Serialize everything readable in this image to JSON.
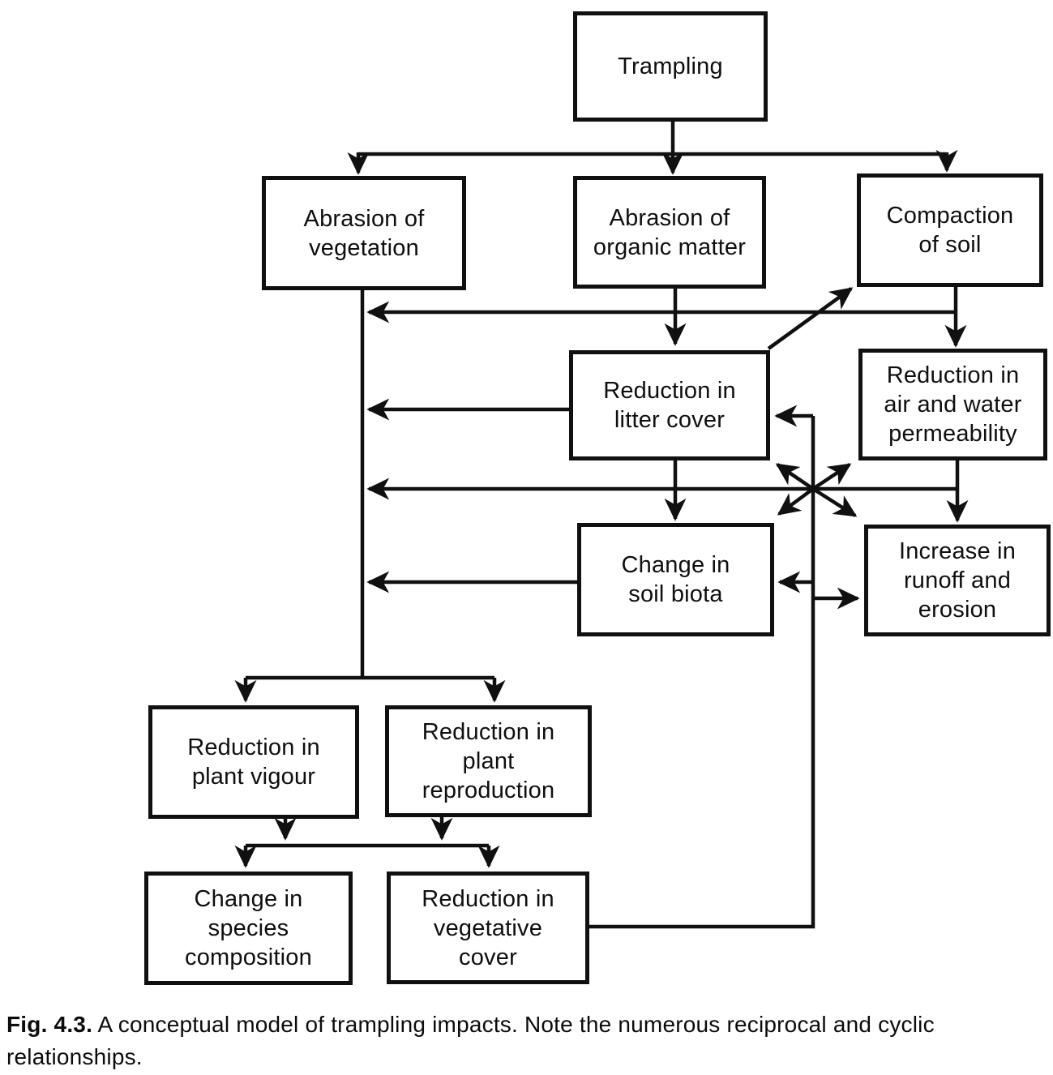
{
  "figure": {
    "background_color": "#ffffff",
    "ink_color": "#101010",
    "nodes": {
      "trampling": {
        "label": "Trampling"
      },
      "abrasion_veg": {
        "label": "Abrasion of\nvegetation"
      },
      "abrasion_org": {
        "label": "Abrasion of\norganic matter"
      },
      "compaction": {
        "label": "Compaction\nof soil"
      },
      "litter": {
        "label": "Reduction in\nlitter cover"
      },
      "permeability": {
        "label": "Reduction in\nair and water\npermeability"
      },
      "soil_biota": {
        "label": "Change in\nsoil biota"
      },
      "runoff": {
        "label": "Increase in\nrunoff and\nerosion"
      },
      "plant_vigour": {
        "label": "Reduction in\nplant vigour"
      },
      "plant_repro": {
        "label": "Reduction in\nplant\nreproduction"
      },
      "species_comp": {
        "label": "Change in\nspecies\ncomposition"
      },
      "veg_cover": {
        "label": "Reduction in\nvegetative\ncover"
      }
    },
    "edges": [
      {
        "from": "trampling",
        "to": "abrasion_veg"
      },
      {
        "from": "trampling",
        "to": "abrasion_org"
      },
      {
        "from": "trampling",
        "to": "compaction"
      },
      {
        "from": "compaction",
        "to": "abrasion_veg"
      },
      {
        "from": "compaction",
        "to": "permeability"
      },
      {
        "from": "abrasion_org",
        "to": "litter"
      },
      {
        "from": "litter",
        "to": "compaction"
      },
      {
        "from": "litter",
        "to": "abrasion_veg"
      },
      {
        "from": "litter",
        "to": "soil_biota"
      },
      {
        "from": "litter",
        "to": "runoff",
        "bidirectional": true
      },
      {
        "from": "permeability",
        "to": "soil_biota",
        "bidirectional": true
      },
      {
        "from": "permeability",
        "to": "abrasion_veg"
      },
      {
        "from": "permeability",
        "to": "runoff"
      },
      {
        "from": "soil_biota",
        "to": "abrasion_veg"
      },
      {
        "from": "veg_cover",
        "to": "litter"
      },
      {
        "from": "veg_cover",
        "to": "soil_biota"
      },
      {
        "from": "veg_cover",
        "to": "runoff"
      },
      {
        "from": "abrasion_veg",
        "to": "plant_vigour"
      },
      {
        "from": "abrasion_veg",
        "to": "plant_repro"
      },
      {
        "from": "plant_vigour",
        "to": "species_comp"
      },
      {
        "from": "plant_vigour",
        "to": "veg_cover"
      },
      {
        "from": "plant_repro",
        "to": "species_comp"
      },
      {
        "from": "plant_repro",
        "to": "veg_cover"
      }
    ],
    "caption": {
      "label": "Fig. 4.3.",
      "text": " A conceptual model of trampling impacts. Note the numerous reciprocal and cyclic relationships."
    }
  }
}
